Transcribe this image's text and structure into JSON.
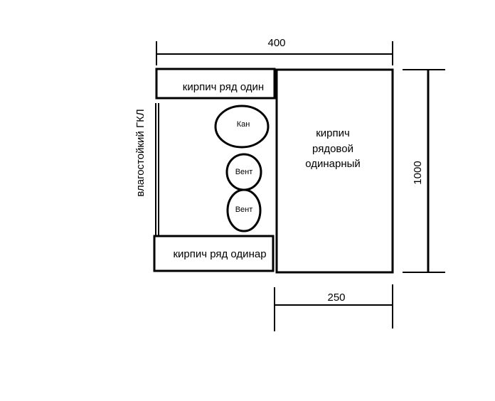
{
  "labels": {
    "dim_top": "400",
    "dim_right": "1000",
    "dim_bottom": "250",
    "brick_top": "кирпич ряд один",
    "brick_bottom": "кирпич ряд одинар",
    "brick_main_line1": "кирпич",
    "brick_main_line2": "рядовой",
    "brick_main_line3": "одинарный",
    "gkl": "влагостойкий ГКЛ",
    "pipe_kan": "Кан",
    "pipe_vent_1": "Вент",
    "pipe_vent_2": "Вент"
  }
}
